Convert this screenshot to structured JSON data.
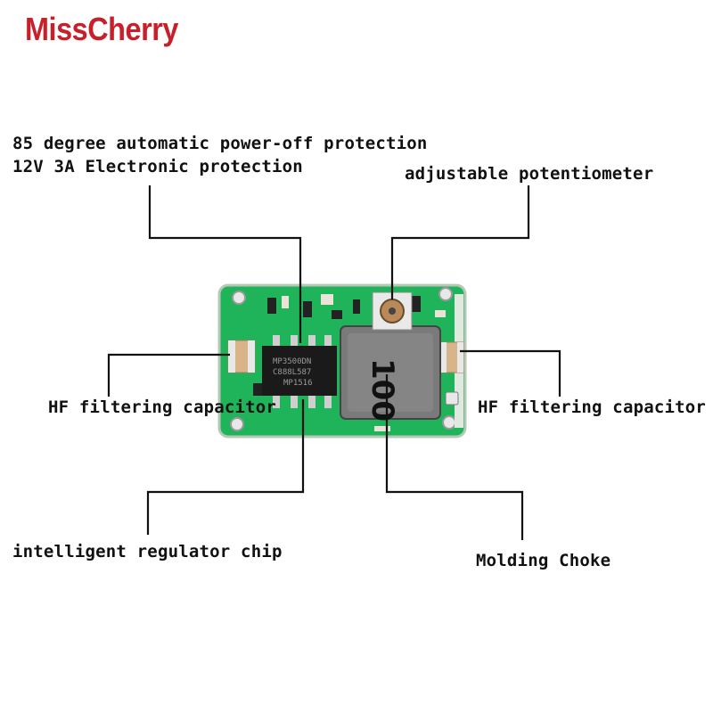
{
  "brand": {
    "name": "MissCherry",
    "color": "#c8202a"
  },
  "labels": {
    "protection_line1": "85 degree automatic power-off protection",
    "protection_line2": "12V 3A Electronic protection",
    "potentiometer": "adjustable potentiometer",
    "hf_cap_left": "HF filtering capacitor",
    "hf_cap_right": "HF filtering capacitor",
    "regulator": "intelligent regulator chip",
    "choke": "Molding Choke"
  },
  "board": {
    "chip_marking_1": "MP3500DN",
    "chip_marking_2": "C888L587",
    "chip_marking_3": "MP1516",
    "inductor_marking": "100",
    "pcb_color": "#1fb35a",
    "chip_color": "#1a1a1a",
    "inductor_color": "#7a7a7a"
  }
}
